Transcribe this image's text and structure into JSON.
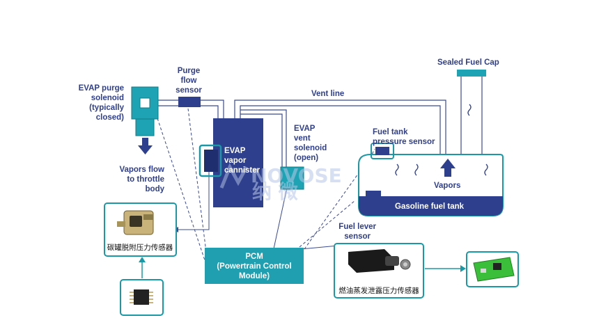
{
  "colors": {
    "navy": "#2e3f8d",
    "teal": "#1a98a6",
    "teal_fill": "#1da3b3",
    "line": "#3a4a92",
    "pcm": "#1f9fb0"
  },
  "labels": {
    "purge_solenoid": [
      "EVAP purge",
      "solenoid",
      "(typically",
      "closed)"
    ],
    "purge_sensor": [
      "Purge",
      "flow",
      "sensor"
    ],
    "vent_line": "Vent line",
    "sealed_cap": "Sealed Fuel Cap",
    "vent_solenoid": [
      "EVAP",
      "vent",
      "solenoid",
      "(open)"
    ],
    "canister": [
      "EVAP",
      "vapor",
      "cannister"
    ],
    "tank_pressure_sensor": [
      "Fuel tank",
      "pressure sensor"
    ],
    "vapors_flow": [
      "Vapors flow",
      "to throttle",
      "body"
    ],
    "vapors": "Vapors",
    "gasoline_tank": "Gasoline fuel tank",
    "fuel_level_sensor": [
      "Fuel lever",
      "sensor"
    ],
    "pcm": [
      "PCM",
      "(Powertrain Control",
      "Module)"
    ],
    "carbon_sensor_cn": "碳罐脱附压力传感器",
    "evap_sensor_cn": "燃油蒸发泄露压力传感器"
  },
  "watermark": {
    "latin": "NOVOSE",
    "cn": "纳 微"
  },
  "icons": [
    "down-arrow-icon",
    "up-arrow-icon",
    "wavy-vapor-icon",
    "sensor-product-photo",
    "chip-product-photo",
    "pcb-module-photo"
  ]
}
